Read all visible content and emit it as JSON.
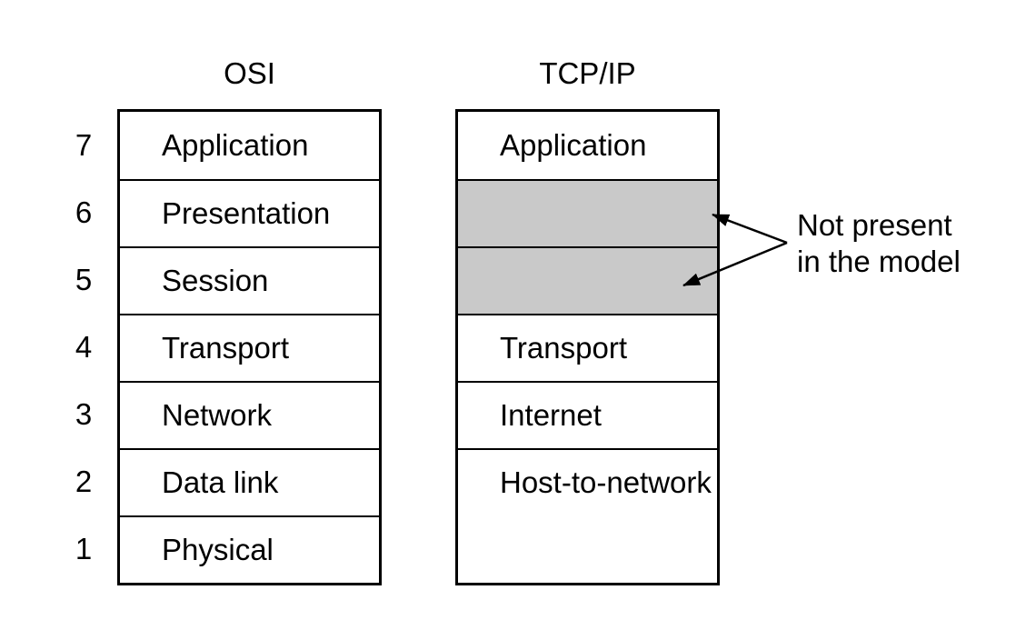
{
  "figure": {
    "osi": {
      "title": "OSI",
      "layers": [
        {
          "number": "7",
          "label": "Application"
        },
        {
          "number": "6",
          "label": "Presentation"
        },
        {
          "number": "5",
          "label": "Session"
        },
        {
          "number": "4",
          "label": "Transport"
        },
        {
          "number": "3",
          "label": "Network"
        },
        {
          "number": "2",
          "label": "Data link"
        },
        {
          "number": "1",
          "label": "Physical"
        }
      ]
    },
    "tcpip": {
      "title": "TCP/IP",
      "layers": [
        {
          "label": "Application",
          "type": "normal"
        },
        {
          "label": "",
          "type": "missing"
        },
        {
          "label": "",
          "type": "missing"
        },
        {
          "label": "Transport",
          "type": "normal"
        },
        {
          "label": "Internet",
          "type": "normal"
        },
        {
          "label": "Host-to-network",
          "type": "normal-double-height"
        }
      ]
    },
    "annotation": {
      "line1": "Not present",
      "line2": "in the model"
    },
    "colors": {
      "missing_fill": "#c9c9c9",
      "line": "#000000",
      "background": "#ffffff"
    }
  }
}
